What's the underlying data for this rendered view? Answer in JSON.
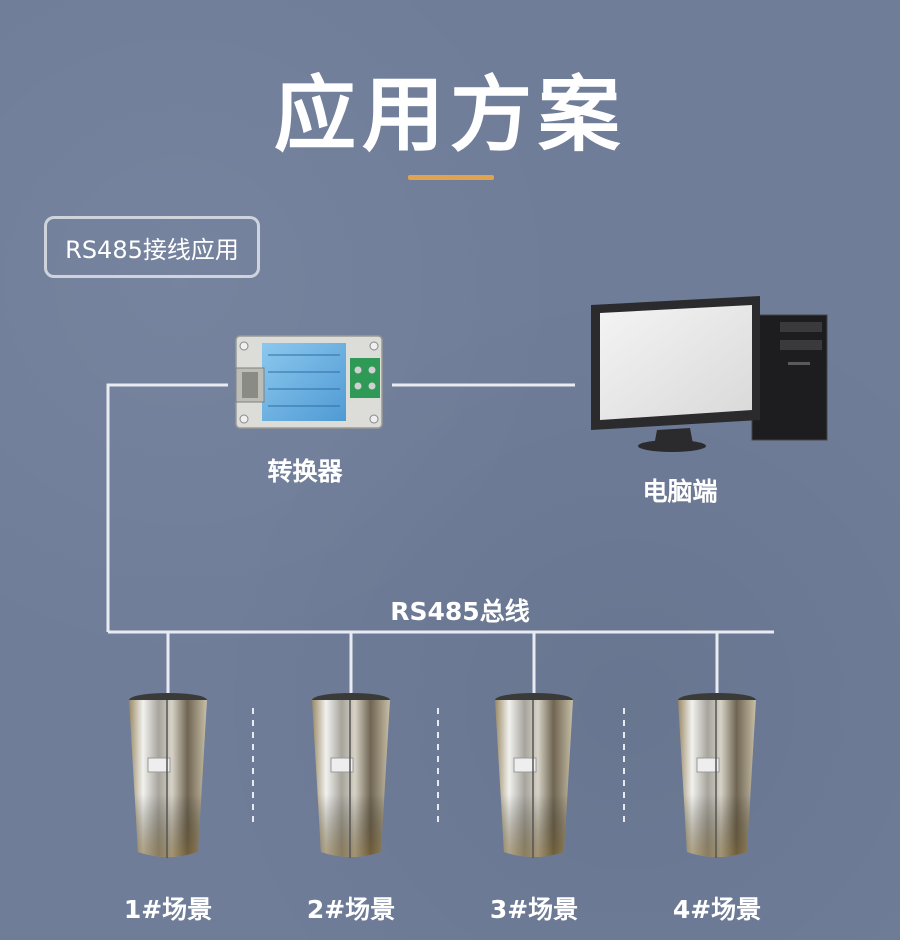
{
  "title": "应用方案",
  "section_label": "RS485接线应用",
  "converter_label": "转换器",
  "computer_label": "电脑端",
  "bus_label": "RS485总线",
  "scenes": [
    {
      "label": "1#场景"
    },
    {
      "label": "2#场景"
    },
    {
      "label": "3#场景"
    },
    {
      "label": "4#场景"
    }
  ],
  "colors": {
    "background": "#6f7d99",
    "accent_underline": "#e0a44f",
    "line": "#e8ecf2",
    "device_body": "#6fb3e6"
  }
}
